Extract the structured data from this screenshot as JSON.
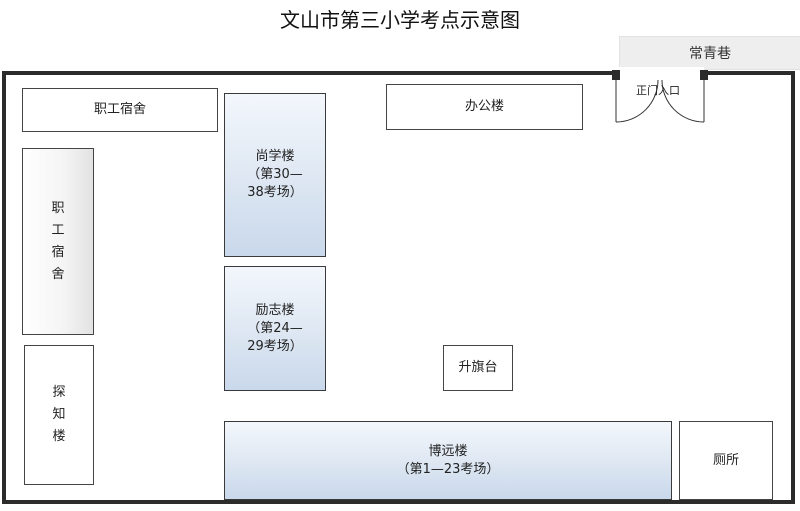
{
  "title": "文山市第三小学考点示意图",
  "street": "常青巷",
  "gate": "正门入口",
  "buildings": {
    "dorm_top": "职工宿舍",
    "dorm_side": [
      "职",
      "工",
      "宿",
      "舍"
    ],
    "tan_zhi": [
      "探",
      "知",
      "楼"
    ],
    "shang_xue": {
      "name": "尚学楼",
      "line2": "（第30—",
      "line3": "38考场）"
    },
    "li_zhi": {
      "name": "励志楼",
      "line2": "（第24—",
      "line3": "29考场）"
    },
    "bo_yuan": {
      "name": "博远楼",
      "line2": "（第1—23考场）"
    },
    "office": "办公楼",
    "flag": "升旗台",
    "toilet": "厕所"
  }
}
